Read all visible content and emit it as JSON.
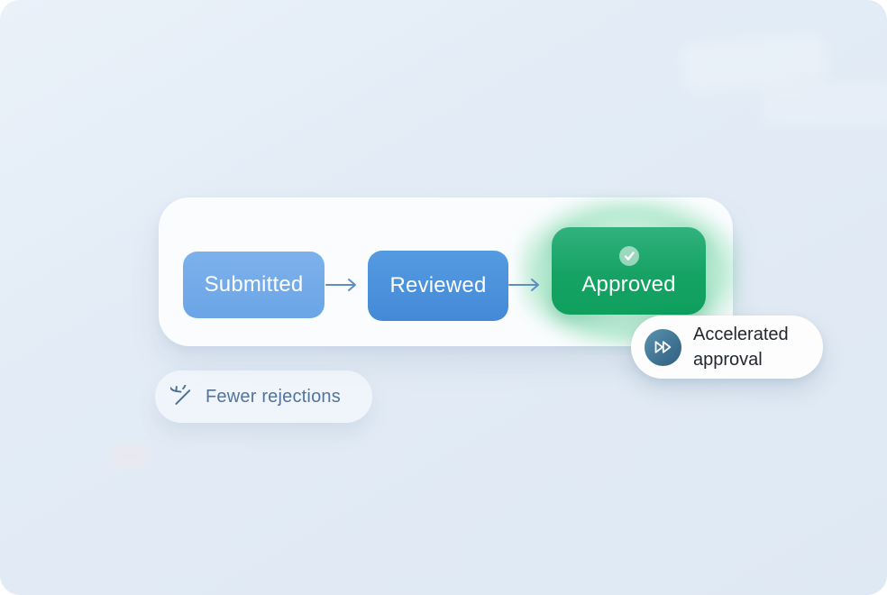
{
  "flow_card": {
    "stages": [
      {
        "id": "submitted",
        "label": "Submitted",
        "color": "#74abe9"
      },
      {
        "id": "reviewed",
        "label": "Reviewed",
        "color": "#4b90db"
      },
      {
        "id": "approved",
        "label": "Approved",
        "color": "#14a063",
        "badge_icon": "check-icon"
      }
    ],
    "connector_icon": "arrow-right-icon",
    "connector_color": "#5d8ec6"
  },
  "badges": {
    "accelerated": {
      "icon": "fast-forward-icon",
      "icon_color": "#3e7897",
      "label_line1": "Accelerated",
      "label_line2": "approval"
    },
    "fewer": {
      "icon": "no-repeat-icon",
      "icon_color": "#4c7095",
      "label": "Fewer rejections"
    }
  },
  "palette": {
    "background": "#e3ecf6",
    "card": "#fafcfe",
    "approved_glow": "#74d8a3",
    "stage_text": "#ffffff",
    "badge_text_dark": "#23282e",
    "badge_text_slate": "#52749b"
  }
}
